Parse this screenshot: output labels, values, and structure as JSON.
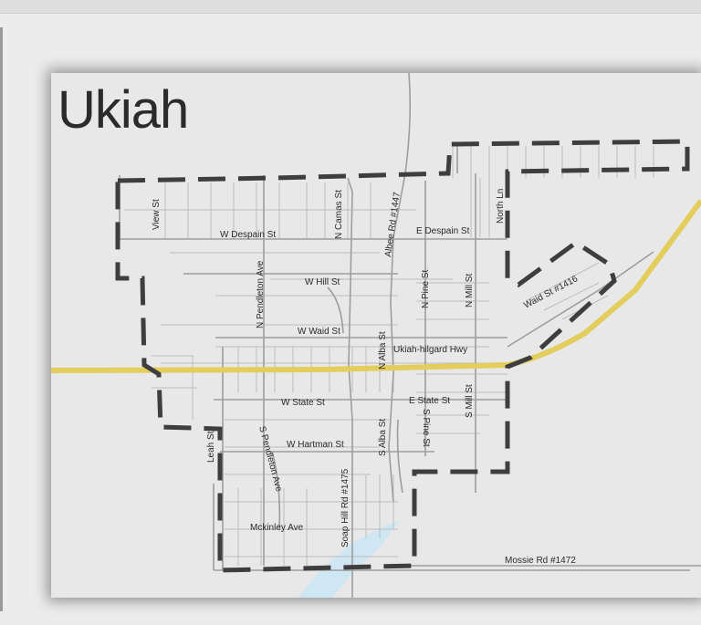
{
  "map": {
    "title": "Ukiah",
    "colors": {
      "background": "#e8e8e8",
      "street": "#a9a9a9",
      "highway": "#e3cd5c",
      "boundary": "#3e3e3e",
      "water": "#cfe7f3"
    },
    "streets": {
      "view_st": "View St",
      "w_despain": "W Despain St",
      "n_camas": "N Camas St",
      "albee_rd": "Albee Rd #1447",
      "e_despain": "E Despain St",
      "north_ln": "North Ln",
      "n_pendleton": "N Pendleton Ave",
      "w_hill": "W Hill St",
      "n_pine": "N Pine St",
      "n_mill": "N Mill St",
      "waid_st": "Waid St #1416",
      "w_waid": "W Waid St",
      "n_alba": "N Alba St",
      "ukiah_hilgard": "Ukiah-hilgard Hwy",
      "w_state": "W State St",
      "e_state": "E State St",
      "s_mill": "S Mill St",
      "leah_st": "Leah St",
      "s_pendleton": "S Pendleton Ave",
      "w_hartman": "W Hartman St",
      "s_alba": "S Alba St",
      "s_pine": "S Pine St",
      "soap_hill": "Soap Hill Rd #1475",
      "mckinley": "Mckinley Ave",
      "mossie_rd": "Mossie Rd #1472"
    }
  }
}
